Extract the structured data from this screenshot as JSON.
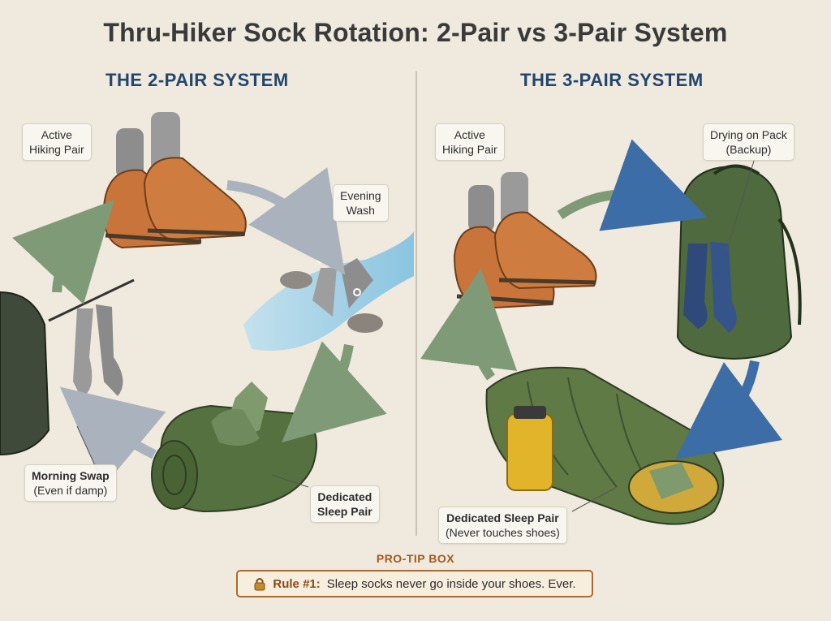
{
  "title": "Thru-Hiker Sock Rotation: 2-Pair vs 3-Pair System",
  "left": {
    "heading": "THE 2-PAIR SYSTEM",
    "labels": {
      "active": [
        "Active",
        "Hiking Pair"
      ],
      "wash": [
        "Evening",
        "Wash"
      ],
      "morning": [
        "Morning Swap",
        "(Even if damp)"
      ],
      "sleep": [
        "Dedicated",
        "Sleep Pair"
      ]
    }
  },
  "right": {
    "heading": "THE 3-PAIR SYSTEM",
    "labels": {
      "active": [
        "Active",
        "Hiking Pair"
      ],
      "drying": [
        "Drying on Pack",
        "(Backup)"
      ],
      "sleep": [
        "Dedicated Sleep Pair",
        "(Never touches shoes)"
      ]
    }
  },
  "tip": {
    "heading": "PRO-TIP BOX",
    "rule_label": "Rule #1:",
    "text": "Sleep socks never go inside your shoes. Ever."
  },
  "colors": {
    "heading_blue": "#22466e",
    "arrow_green": "#7f9a77",
    "arrow_blue": "#3d6da6",
    "arrow_grey": "#a9b2bd",
    "shoe_orange": "#c8743a",
    "gear_green": "#4f6a3e",
    "tip_border": "#a86a33",
    "tip_text": "#a35a1f"
  },
  "icons": [
    "lock-icon"
  ]
}
